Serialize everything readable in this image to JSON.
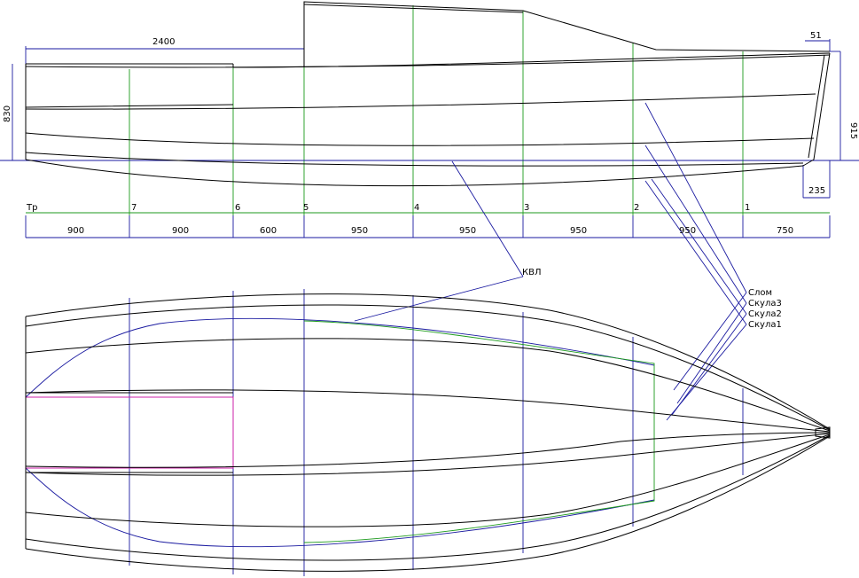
{
  "dimensions": {
    "overall_length": "2400",
    "height_left": "830",
    "height_right": "915",
    "top_right": "51",
    "bottom_right": "235",
    "spacings": [
      "900",
      "900",
      "600",
      "950",
      "950",
      "950",
      "950",
      "750"
    ]
  },
  "stations": [
    "Тр",
    "7",
    "6",
    "5",
    "4",
    "3",
    "2",
    "1"
  ],
  "labels": {
    "waterline": "КВЛ",
    "chine_lines": [
      "Слом",
      "Скула3",
      "Скула2",
      "Скула1"
    ]
  },
  "colors": {
    "outline": "#000000",
    "stations_plan": "#1a1aa0",
    "stations_profile": "#1c9a1c",
    "waterline_plan": "#1a1aa0",
    "transom_rect": "#cc22aa"
  }
}
